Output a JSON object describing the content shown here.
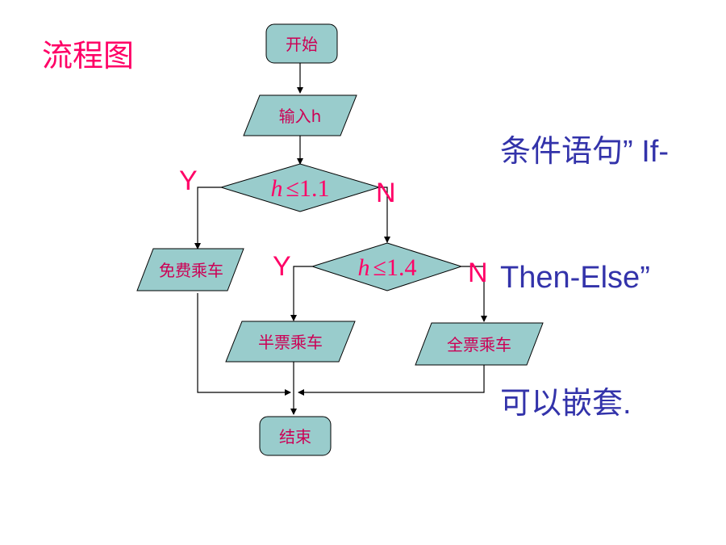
{
  "title": "流程图",
  "note": {
    "lines": [
      "条件语句” If-",
      "Then-Else”",
      "可以嵌套."
    ]
  },
  "flowchart": {
    "start": "开始",
    "input": "输入h",
    "cond1": {
      "var": "h",
      "op": "≤",
      "value": "1.1"
    },
    "cond2": {
      "var": "h",
      "op": "≤",
      "value": "1.4"
    },
    "branch_yes": "Y",
    "branch_no": "N",
    "free": "免费乘车",
    "half": "半票乘车",
    "full": "全票乘车",
    "end": "结束"
  },
  "colors": {
    "shape_fill": "#99cccc",
    "text": "#cc0055",
    "accent": "#ff0066",
    "note": "#3333aa",
    "line": "#000000"
  }
}
